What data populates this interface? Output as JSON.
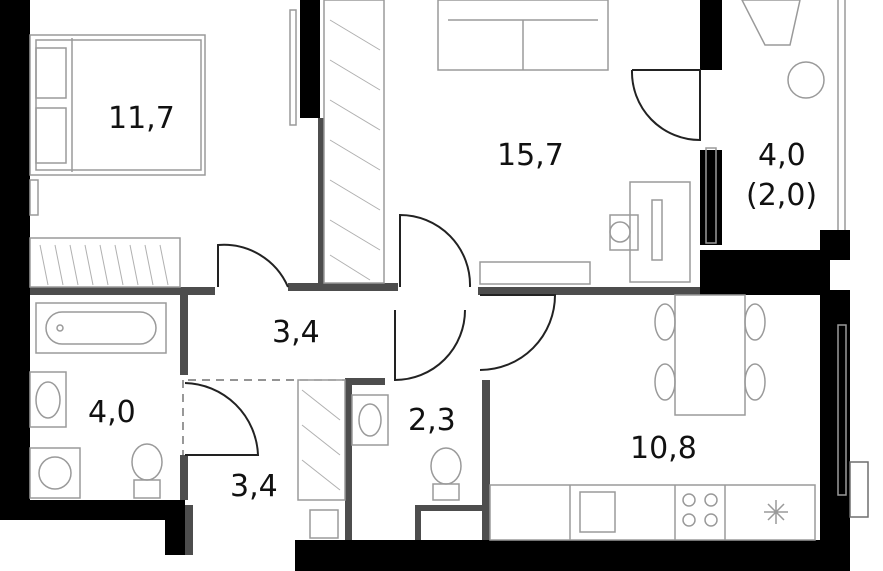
{
  "rooms": [
    {
      "id": "bedroom",
      "area": "11,7"
    },
    {
      "id": "living",
      "area": "15,7"
    },
    {
      "id": "balcony",
      "area": "4,0",
      "area_reduced": "(2,0)"
    },
    {
      "id": "hall",
      "area": "3,4"
    },
    {
      "id": "bathroom",
      "area": "4,0"
    },
    {
      "id": "corridor",
      "area": "3,4"
    },
    {
      "id": "wc",
      "area": "2,3"
    },
    {
      "id": "kitchen",
      "area": "10,8"
    }
  ],
  "colors": {
    "wall": "#000000",
    "partition": "#4d4d4d",
    "furniture": "#9a9a9a"
  }
}
